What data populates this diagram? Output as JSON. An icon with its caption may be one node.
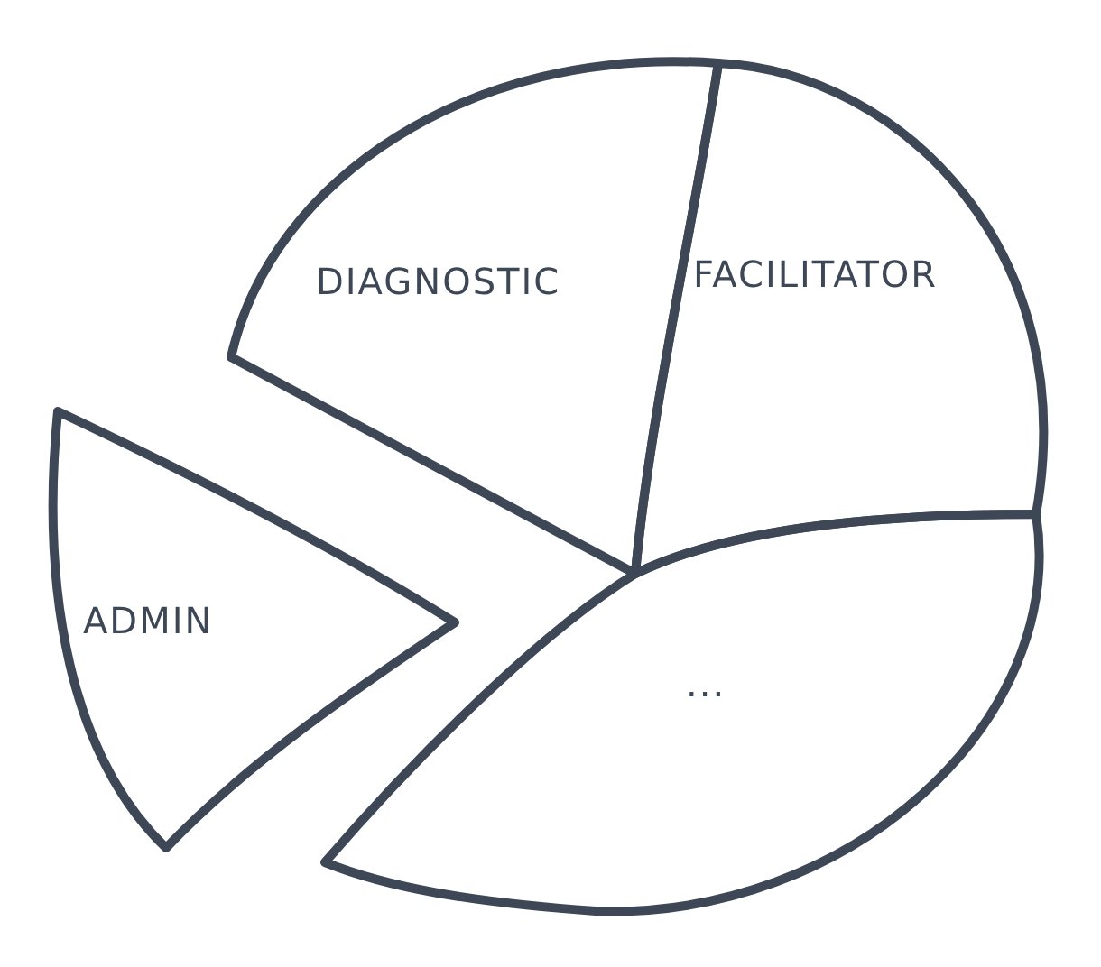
{
  "diagram": {
    "nodes": [
      {
        "text": [
          "DIAGNOSTIC"
        ]
      },
      {
        "text": [
          "FACILITATOR"
        ]
      },
      {
        "text": [
          "..."
        ]
      },
      {
        "text": [
          "ADMIN"
        ]
      }
    ]
  }
}
